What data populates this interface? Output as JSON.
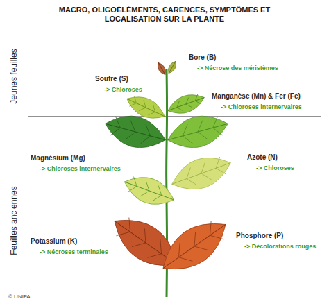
{
  "diagram": {
    "title": "MACRO, OLIGOÉLÉMENTS, CARENCES, SYMPTÔMES ET LOCALISATION SUR LA PLANTE",
    "labels": [
      "Jeunes feuilles",
      "Feuilles anciennes",
      "Bore (B)",
      "-> Nécrose des méristèmes",
      "Soufre (S)",
      "-> Chloroses",
      "Manganèse (Mn) & Fer (Fe)",
      "-> Chloroses internervaires",
      "Magnésium (Mg)",
      "-> Chloroses internervaires",
      "Azote (N)",
      "-> Chloroses",
      "Phosphore (P)",
      "-> Décolorations rouges",
      "Potassium (K)",
      "-> Nécroses terminales",
      "© UNIFA"
    ]
  }
}
